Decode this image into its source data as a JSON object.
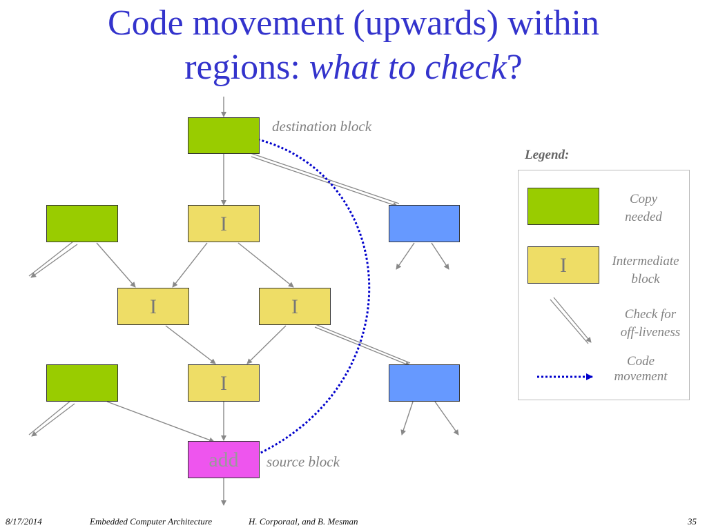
{
  "title": {
    "line1": "Code movement (upwards) within",
    "line2_plain": "regions: ",
    "line2_italic": "what to check",
    "line2_end": "?"
  },
  "blocks": {
    "intermediate_letter": "I",
    "source_text": "add"
  },
  "labels": {
    "destination": "destination block",
    "source": "source block"
  },
  "legend": {
    "title": "Legend:",
    "copy_line1": "Copy",
    "copy_line2": "needed",
    "intermediate_letter": "I",
    "intermediate_line1": "Intermediate",
    "intermediate_line2": "block",
    "check_line1": "Check for",
    "check_line2": "off-liveness",
    "movement_line1": "Code",
    "movement_line2": "movement"
  },
  "footer": {
    "date": "8/17/2014",
    "course": "Embedded Computer Architecture",
    "authors": "H. Corporaal, and B. Mesman",
    "page": "35"
  },
  "colors": {
    "title": "#3333cc",
    "copy_needed": "#99cc00",
    "intermediate": "#eedd66",
    "other_block": "#6699ff",
    "source_block": "#ee55ee",
    "code_movement": "#0000cc"
  }
}
